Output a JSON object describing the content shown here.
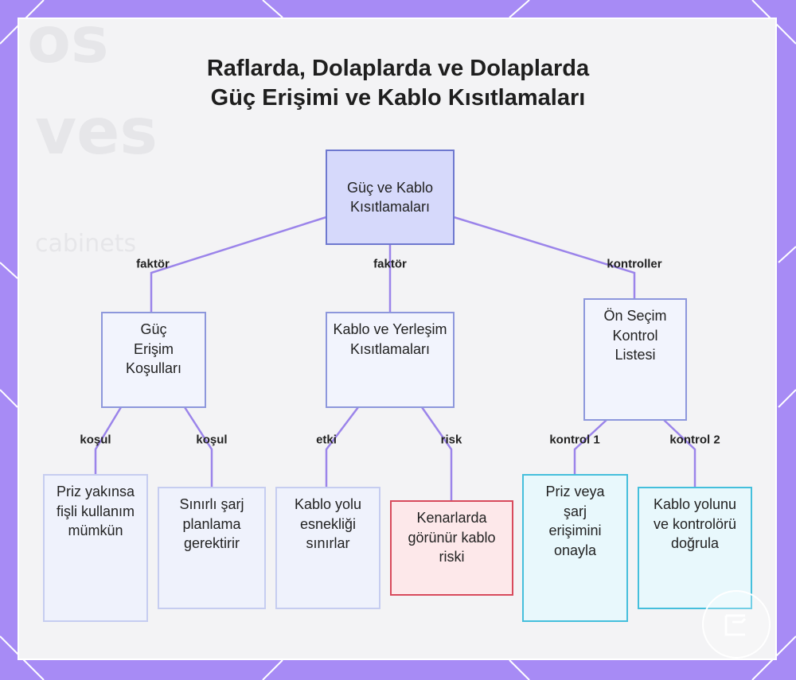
{
  "title": {
    "line1": "Raflarda, Dolaplarda ve Dolaplarda",
    "line2": "Güç Erişimi ve Kablo Kısıtlamaları"
  },
  "background_words": {
    "w1": "os",
    "w2": "ves",
    "w3": "cabinets"
  },
  "nodes": {
    "root": "Güç ve Kablo Kısıtlamaları",
    "power_access": "Güç Erişim Koşulları",
    "cable_placement": "Kablo ve Yerleşim Kısıtlamaları",
    "checklist": "Ön Seçim Kontrol Listesi",
    "leaf1": "Priz yakınsa fişli kullanım mümkün",
    "leaf2": "Sınırlı şarj planlama gerektirir",
    "leaf3": "Kablo yolu esnekliği sınırlar",
    "leaf4": "Kenarlarda görünür kablo riski",
    "leaf5": "Priz veya şarj erişimini onayla",
    "leaf6": "Kablo yolunu ve kontrolörü doğrula"
  },
  "edge_labels": {
    "e1": "faktör",
    "e2": "faktör",
    "e3": "kontroller",
    "e4": "koşul",
    "e5": "koşul",
    "e6": "etki",
    "e7": "risk",
    "e8": "kontrol 1",
    "e9": "kontrol 2"
  },
  "colors": {
    "frame": "#a78bf5",
    "edge": "#9b84ea",
    "root_fill": "#d6d9fb",
    "risk_border": "#d84a5c",
    "check_border": "#45bfdc"
  },
  "icons": {
    "logo": "brand-logo-icon"
  }
}
